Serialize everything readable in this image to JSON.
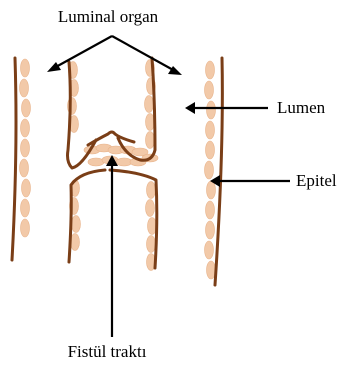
{
  "labels": {
    "luminal_organ": "Luminal organ",
    "lumen": "Lumen",
    "epitel": "Epitel",
    "fistul_trakti": "Fistül traktı"
  },
  "colors": {
    "wall": "#7a3e17",
    "epithelium": "#f2c9a8",
    "arrow": "#000000"
  }
}
